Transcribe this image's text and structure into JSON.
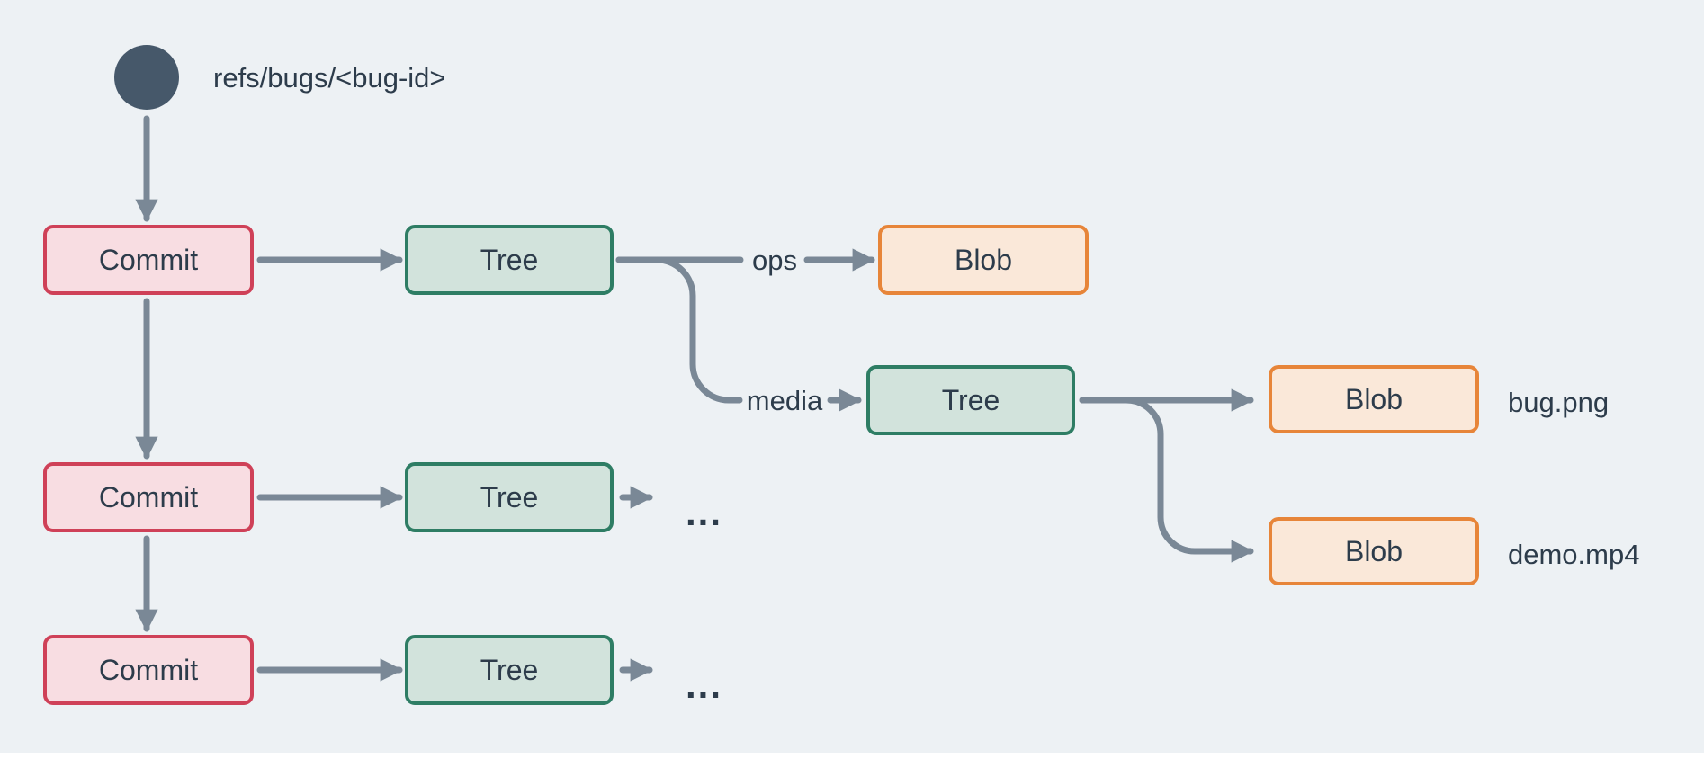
{
  "diagram": {
    "title": "git-object-graph",
    "ref": {
      "label": "refs/bugs/<bug-id>"
    },
    "nodes": [
      {
        "id": "commit-1",
        "type": "commit",
        "label": "Commit"
      },
      {
        "id": "tree-1",
        "type": "tree",
        "label": "Tree"
      },
      {
        "id": "blob-ops",
        "type": "blob",
        "label": "Blob"
      },
      {
        "id": "tree-media",
        "type": "tree",
        "label": "Tree"
      },
      {
        "id": "blob-bug",
        "type": "blob",
        "label": "Blob",
        "file": "bug.png"
      },
      {
        "id": "blob-demo",
        "type": "blob",
        "label": "Blob",
        "file": "demo.mp4"
      },
      {
        "id": "commit-2",
        "type": "commit",
        "label": "Commit"
      },
      {
        "id": "tree-2",
        "type": "tree",
        "label": "Tree"
      },
      {
        "id": "commit-3",
        "type": "commit",
        "label": "Commit"
      },
      {
        "id": "tree-3",
        "type": "tree",
        "label": "Tree"
      }
    ],
    "edge_labels": {
      "ops": "ops",
      "media": "media"
    },
    "ellipsis": "...",
    "colors": {
      "background": "#edf1f4",
      "arrow": "#7a8896",
      "ref_circle": "#46586a",
      "text": "#2d3c4b",
      "commit_fill": "#f8dde2",
      "commit_border": "#cf4158",
      "tree_fill": "#d2e3dc",
      "tree_border": "#2e7d64",
      "blob_fill": "#fae8d9",
      "blob_border": "#e78539"
    }
  }
}
